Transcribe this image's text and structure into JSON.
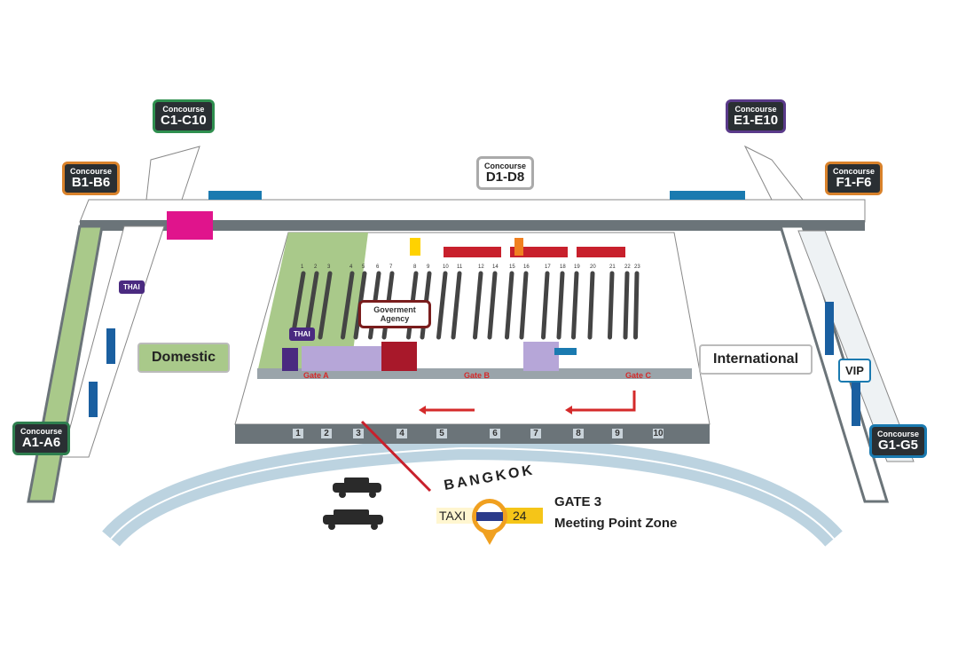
{
  "concourses": [
    {
      "small": "Concourse",
      "big": "A1-A6",
      "color": "#2f7f4f"
    },
    {
      "small": "Concourse",
      "big": "B1-B6",
      "color": "#d9822b"
    },
    {
      "small": "Concourse",
      "big": "C1-C10",
      "color": "#2f8f4f"
    },
    {
      "small": "Concourse",
      "big": "D1-D8",
      "color": "#aaaaaa"
    },
    {
      "small": "Concourse",
      "big": "E1-E10",
      "color": "#5a3a8a"
    },
    {
      "small": "Concourse",
      "big": "F1-F6",
      "color": "#d9822b"
    },
    {
      "small": "Concourse",
      "big": "G1-G5",
      "color": "#1a7ab0"
    }
  ],
  "zones": {
    "domestic": "Domestic",
    "international": "International",
    "vip": "VIP",
    "gov": "Goverment Agency",
    "thai": "THAI"
  },
  "gates": [
    "Gate A",
    "Gate B",
    "Gate C"
  ],
  "doors": [
    "1",
    "2",
    "3",
    "4",
    "5",
    "6",
    "7",
    "8",
    "9",
    "10"
  ],
  "counters": [
    "1",
    "2",
    "3",
    "4",
    "5",
    "6",
    "7",
    "8",
    "9",
    "10",
    "11",
    "12",
    "14",
    "15",
    "16",
    "17",
    "18",
    "19",
    "20",
    "21",
    "22",
    "23"
  ],
  "taxi": {
    "arc": "BANGKOK",
    "left": "TAXI",
    "right": "24",
    "title": "GATE 3",
    "subtitle": "Meeting Point Zone"
  },
  "colors": {
    "domestic": "#a9c98a",
    "walkway": "#e8eef0",
    "wall": "#6b7479",
    "red_path": "#d42a2a",
    "retail": "#e0148c"
  }
}
